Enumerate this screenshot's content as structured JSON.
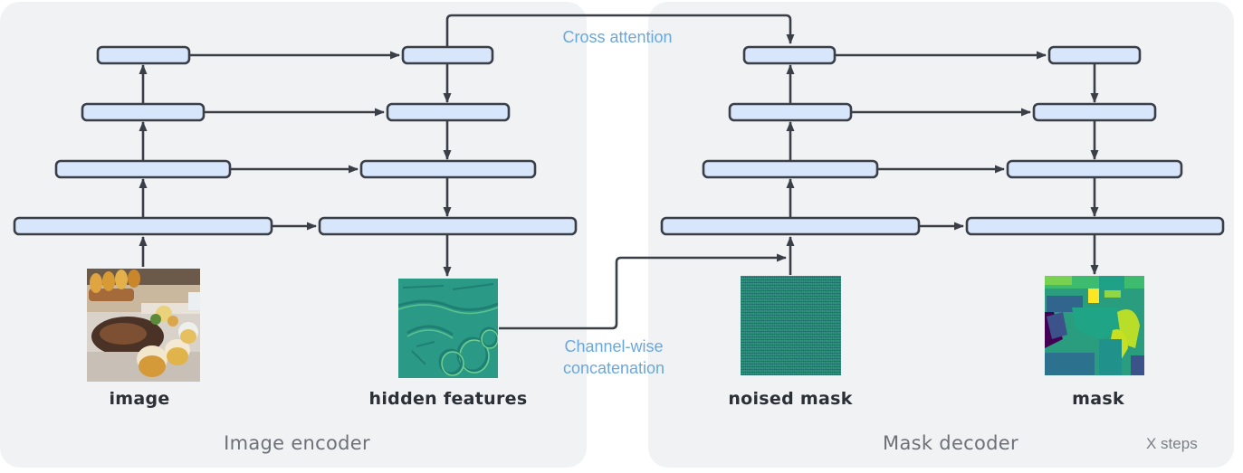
{
  "encoder": {
    "title": "Image encoder",
    "input_label": "image",
    "output_label": "hidden features"
  },
  "decoder": {
    "title": "Mask decoder",
    "input_label": "noised mask",
    "output_label": "mask",
    "steps_label": "X steps"
  },
  "connections": {
    "cross_attention": "Cross attention",
    "channel_wise": "Channel-wise concatenation"
  },
  "colors": {
    "panel": "#f1f2f4",
    "block_fill": "#d7e6fb",
    "block_stroke": "#3a3f47",
    "arrow": "#3a3f47",
    "annotation": "#6aa8dc"
  }
}
